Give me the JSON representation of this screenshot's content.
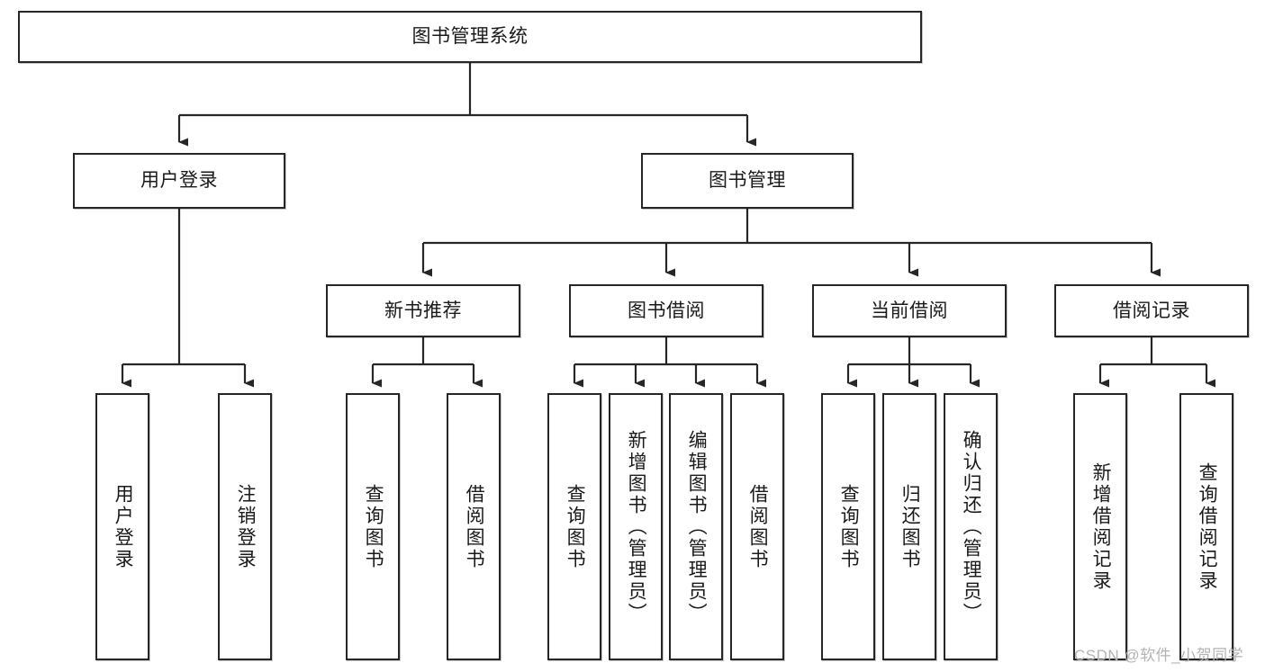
{
  "diagram": {
    "title": "图书管理系统",
    "type": "functional-decomposition-tree",
    "root": {
      "label": "图书管理系统"
    },
    "level2": [
      {
        "label": "用户登录"
      },
      {
        "label": "图书管理"
      }
    ],
    "level3": [
      {
        "label": "新书推荐"
      },
      {
        "label": "图书借阅"
      },
      {
        "label": "当前借阅"
      },
      {
        "label": "借阅记录"
      }
    ],
    "leaves": {
      "user_login": [
        {
          "label": "用户登录"
        },
        {
          "label": "注销登录"
        }
      ],
      "new_book_recommend": [
        {
          "label": "查询图书"
        },
        {
          "label": "借阅图书"
        }
      ],
      "book_borrow": [
        {
          "label": "查询图书"
        },
        {
          "label": "新增图书（管理员）"
        },
        {
          "label": "编辑图书（管理员）"
        },
        {
          "label": "借阅图书"
        }
      ],
      "current_borrow": [
        {
          "label": "查询图书"
        },
        {
          "label": "归还图书"
        },
        {
          "label": "确认归还（管理员）"
        }
      ],
      "borrow_records": [
        {
          "label": "新增借阅记录"
        },
        {
          "label": "查询借阅记录"
        }
      ]
    }
  },
  "watermark": {
    "text": "CSDN @软件_小贺同学"
  },
  "colors": {
    "stroke": "#262626",
    "fill": "#ffffff",
    "text": "#1a1a1a",
    "watermark": "#b3b3b3"
  }
}
